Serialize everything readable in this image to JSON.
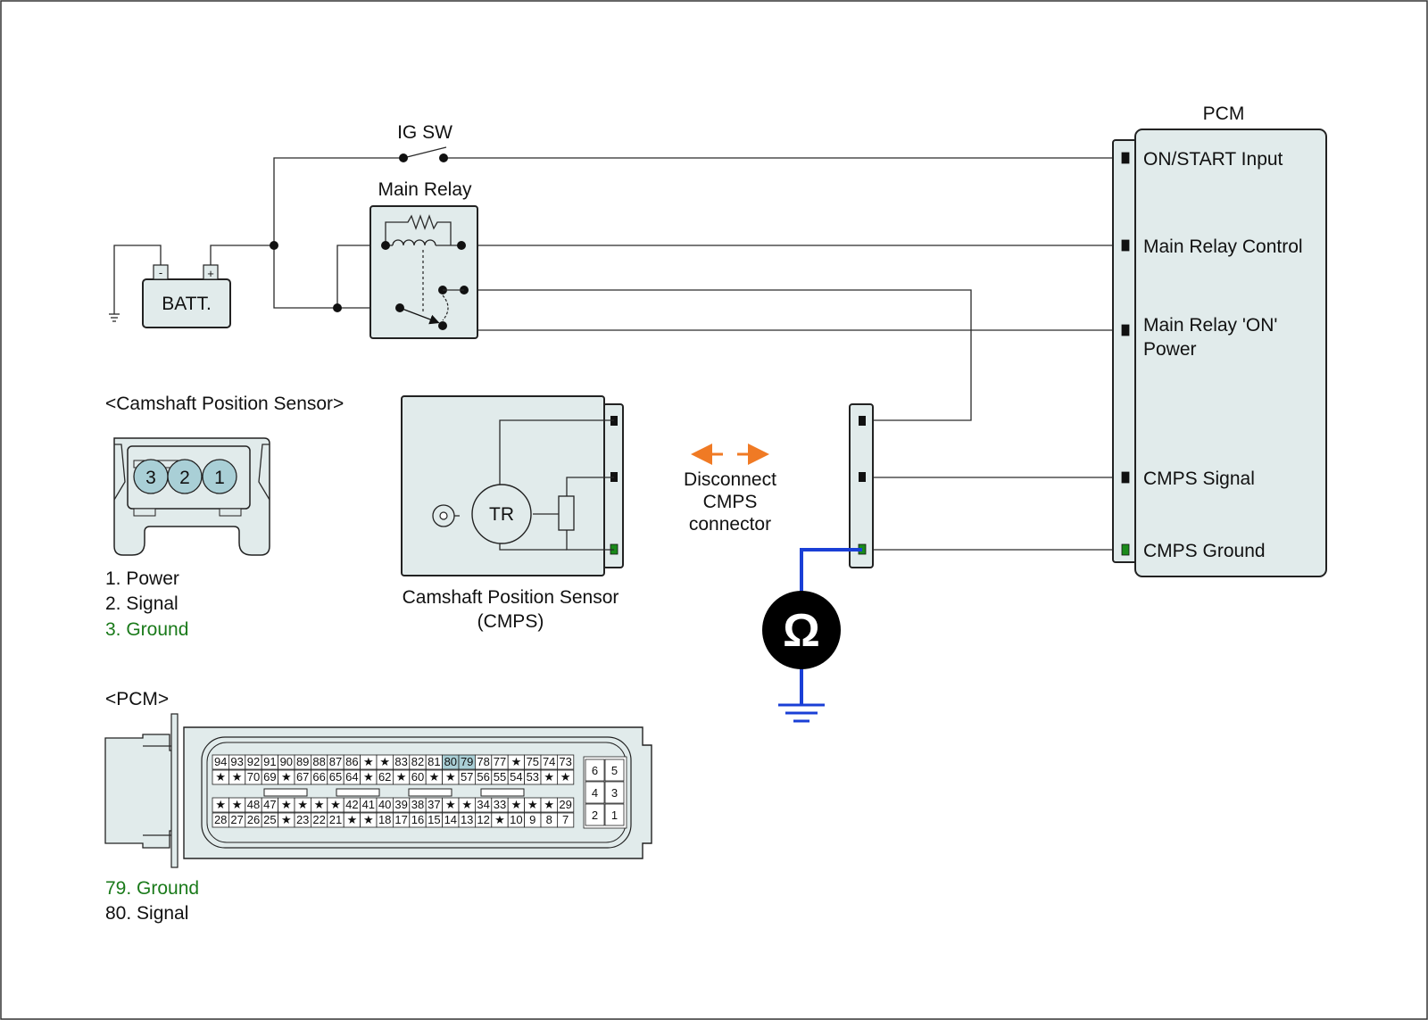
{
  "colors": {
    "component_fill": "#e1ebeb",
    "ground_text": "#1a7a1a",
    "meter_lead": "#1a3fd6",
    "disconnect_arrow": "#f07a24",
    "highlight_pin": "#a9cfd6"
  },
  "labels": {
    "ig_sw": "IG SW",
    "main_relay": "Main Relay",
    "batt": "BATT.",
    "batt_minus": "-",
    "batt_plus": "+",
    "pcm_title": "PCM",
    "sensor": "TR",
    "ohm_symbol": "Ω",
    "disconnect": [
      "Disconnect",
      "CMPS",
      "connector"
    ],
    "cmps_caption": [
      "Camshaft Position Sensor",
      "(CMPS)"
    ]
  },
  "pcm_terminals": [
    {
      "label": [
        "ON/START Input"
      ],
      "color": "normal"
    },
    {
      "label": [
        "Main Relay Control"
      ],
      "color": "normal"
    },
    {
      "label": [
        "Main Relay 'ON'",
        "Power"
      ],
      "color": "normal"
    },
    {
      "label": [
        "CMPS Signal"
      ],
      "color": "normal"
    },
    {
      "label": [
        "CMPS Ground"
      ],
      "color": "ground"
    }
  ],
  "cmp_connector": {
    "title": "<Camshaft Position Sensor>",
    "pins": [
      "3",
      "2",
      "1"
    ],
    "legend": [
      {
        "text": "1. Power",
        "color": "normal"
      },
      {
        "text": "2. Signal",
        "color": "normal"
      },
      {
        "text": "3. Ground",
        "color": "ground"
      }
    ]
  },
  "pcm_connector": {
    "title": "<PCM>",
    "rows": [
      [
        "94",
        "93",
        "92",
        "91",
        "90",
        "89",
        "88",
        "87",
        "86",
        "★",
        "★",
        "83",
        "82",
        "81",
        "80",
        "79",
        "78",
        "77",
        "★",
        "75",
        "74",
        "73"
      ],
      [
        "★",
        "★",
        "70",
        "69",
        "★",
        "67",
        "66",
        "65",
        "64",
        "★",
        "62",
        "★",
        "60",
        "★",
        "★",
        "57",
        "56",
        "55",
        "54",
        "53",
        "★",
        "★"
      ],
      [
        "★",
        "★",
        "48",
        "47",
        "★",
        "★",
        "★",
        "★",
        "42",
        "41",
        "40",
        "39",
        "38",
        "37",
        "★",
        "★",
        "34",
        "33",
        "★",
        "★",
        "★",
        "29"
      ],
      [
        "28",
        "27",
        "26",
        "25",
        "★",
        "23",
        "22",
        "21",
        "★",
        "★",
        "18",
        "17",
        "16",
        "15",
        "14",
        "13",
        "12",
        "★",
        "10",
        "9",
        "8",
        "7"
      ]
    ],
    "highlighted_pins": [
      "80",
      "79"
    ],
    "small_block": [
      [
        "6",
        "5"
      ],
      [
        "4",
        "3"
      ],
      [
        "2",
        "1"
      ]
    ],
    "legend": [
      {
        "text": "79. Ground",
        "color": "ground"
      },
      {
        "text": "80. Signal",
        "color": "normal"
      }
    ]
  }
}
